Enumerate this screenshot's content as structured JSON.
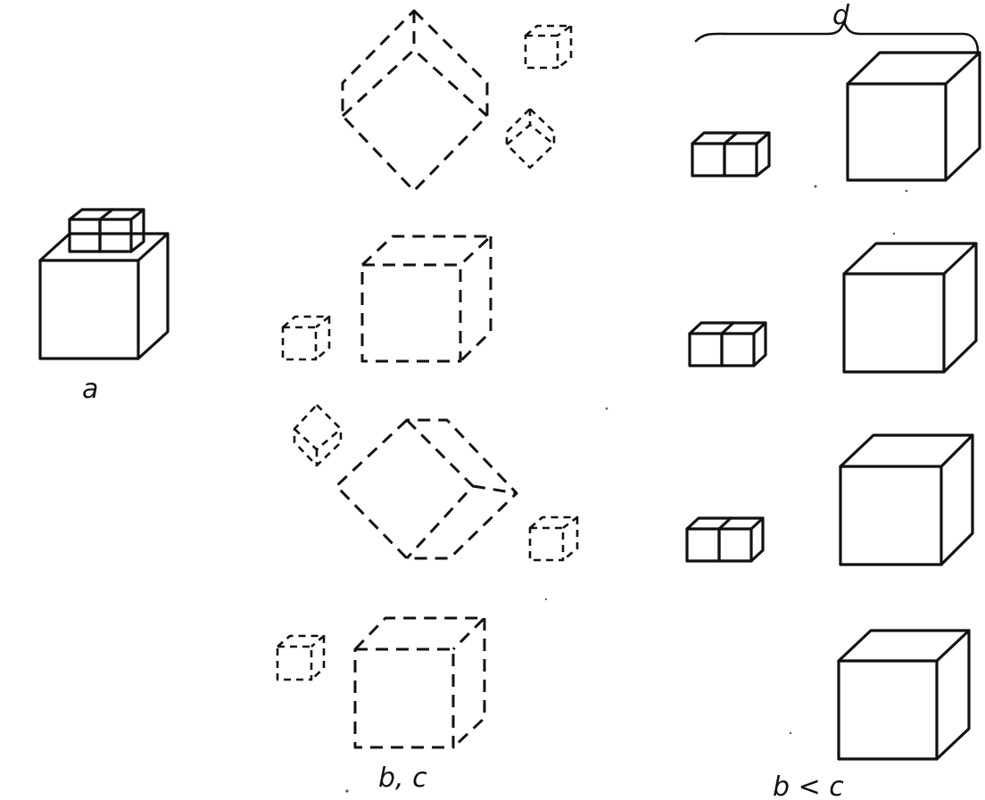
{
  "labels": {
    "a": "a",
    "bc": "b, c",
    "d": "d",
    "b_less_c": "b < c"
  },
  "colors": {
    "ink": "#111111",
    "background": "#ffffff"
  }
}
